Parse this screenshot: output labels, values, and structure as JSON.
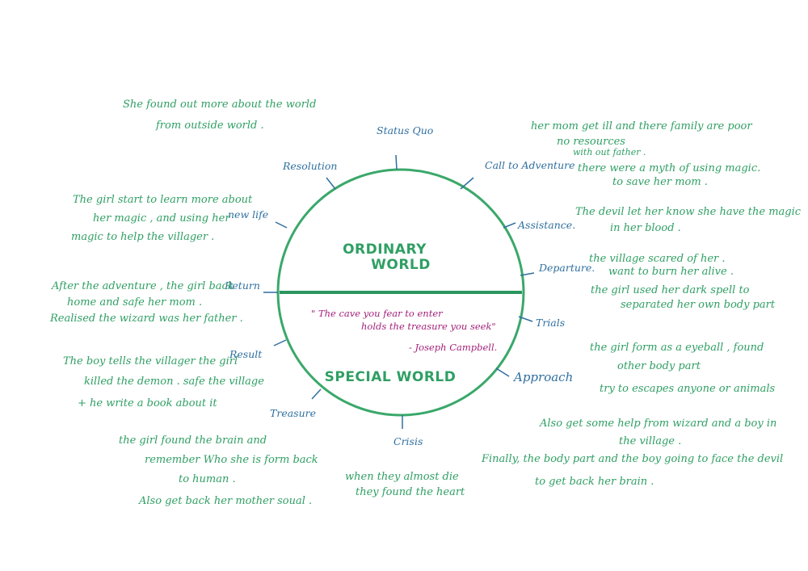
{
  "colors": {
    "circle": "#3aa86a",
    "note": "#2f9f63",
    "stage": "#2f6f9f",
    "quote": "#a3207a"
  },
  "circle": {
    "top_label": [
      "ORDINARY",
      "WORLD"
    ],
    "bottom_label": "SPECIAL WORLD",
    "quote": {
      "lines": [
        "\" The cave you fear to enter",
        "holds the treasure you seek\""
      ],
      "author": "- Joseph Campbell."
    }
  },
  "stages": [
    "Status Quo",
    "Call to Adventure",
    "Assistance.",
    "Departure.",
    "Trials",
    "Approach",
    "Crisis",
    "Treasure",
    "Result",
    "Return",
    "new life",
    "Resolution"
  ],
  "notes": {
    "resolution": [
      "She found out more about the world",
      "from outside world ."
    ],
    "call": [
      "her mom get ill and there family are poor",
      "no resources",
      "with out father ."
    ],
    "call2": [
      "there were a myth of using magic.",
      "to save her mom ."
    ],
    "assistance": [
      "The devil let her know she have the magic",
      "in her blood ."
    ],
    "departure": [
      "the village scared of her .",
      "want to burn her alive ."
    ],
    "trials": [
      "the girl used her dark spell to",
      "separated her own body part"
    ],
    "approach": [
      "the girl form as a eyeball , found",
      "other body part"
    ],
    "approach2": [
      "try to escapes anyone or animals"
    ],
    "approach3": [
      "Also get some help from wizard and a boy in",
      "the village ."
    ],
    "crisis2": [
      "Finally, the body part and the boy going to face the devil",
      "to get back her brain ."
    ],
    "crisis": [
      "when they almost die",
      "they found the heart"
    ],
    "treasure": [
      "the girl found the brain and",
      "remember Who she is form back",
      "to human .",
      "Also get back her mother soual ."
    ],
    "result": [
      "The boy tells the villager the girl",
      "killed the demon . safe the village",
      "+ he write a book about it"
    ],
    "return": [
      "After the adventure , the girl back",
      "home and safe her mom .",
      "Realised the wizard was her father ."
    ],
    "newlife": [
      "The girl start to learn more about",
      "her magic , and using her",
      "magic to help the villager ."
    ]
  }
}
